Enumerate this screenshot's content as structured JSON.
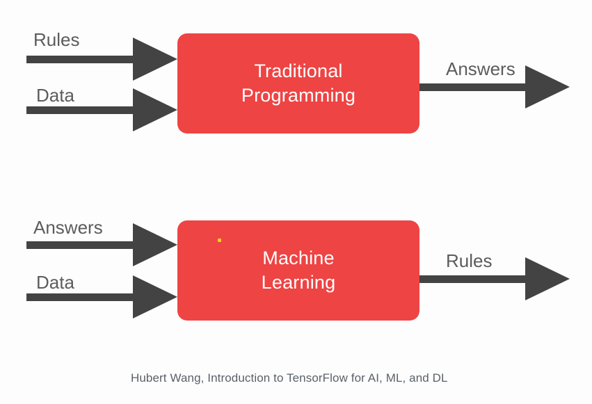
{
  "figure": {
    "background_color": "#fdfdfd",
    "box_color": "#ee4444",
    "arrow_color": "#434343",
    "label_color": "#5c5c5c",
    "box_text_color": "#ffffff",
    "caption_color": "#5b6169",
    "speck_color": "#f2d31a"
  },
  "diagram": {
    "type": "flow",
    "rows": [
      {
        "id": "traditional-programming",
        "box_label": "Traditional\nProgramming",
        "inputs": [
          "Rules",
          "Data"
        ],
        "outputs": [
          "Answers"
        ]
      },
      {
        "id": "machine-learning",
        "box_label": "Machine\nLearning",
        "inputs": [
          "Answers",
          "Data"
        ],
        "outputs": [
          "Rules"
        ]
      }
    ]
  },
  "labels": {
    "top_input_1": "Rules",
    "top_input_2": "Data",
    "top_output_1": "Answers",
    "top_box": "Traditional\nProgramming",
    "bottom_input_1": "Answers",
    "bottom_input_2": "Data",
    "bottom_output_1": "Rules",
    "bottom_box": "Machine\nLearning"
  },
  "caption": {
    "text": "Hubert Wang, Introduction to TensorFlow for AI, ML, and DL"
  }
}
